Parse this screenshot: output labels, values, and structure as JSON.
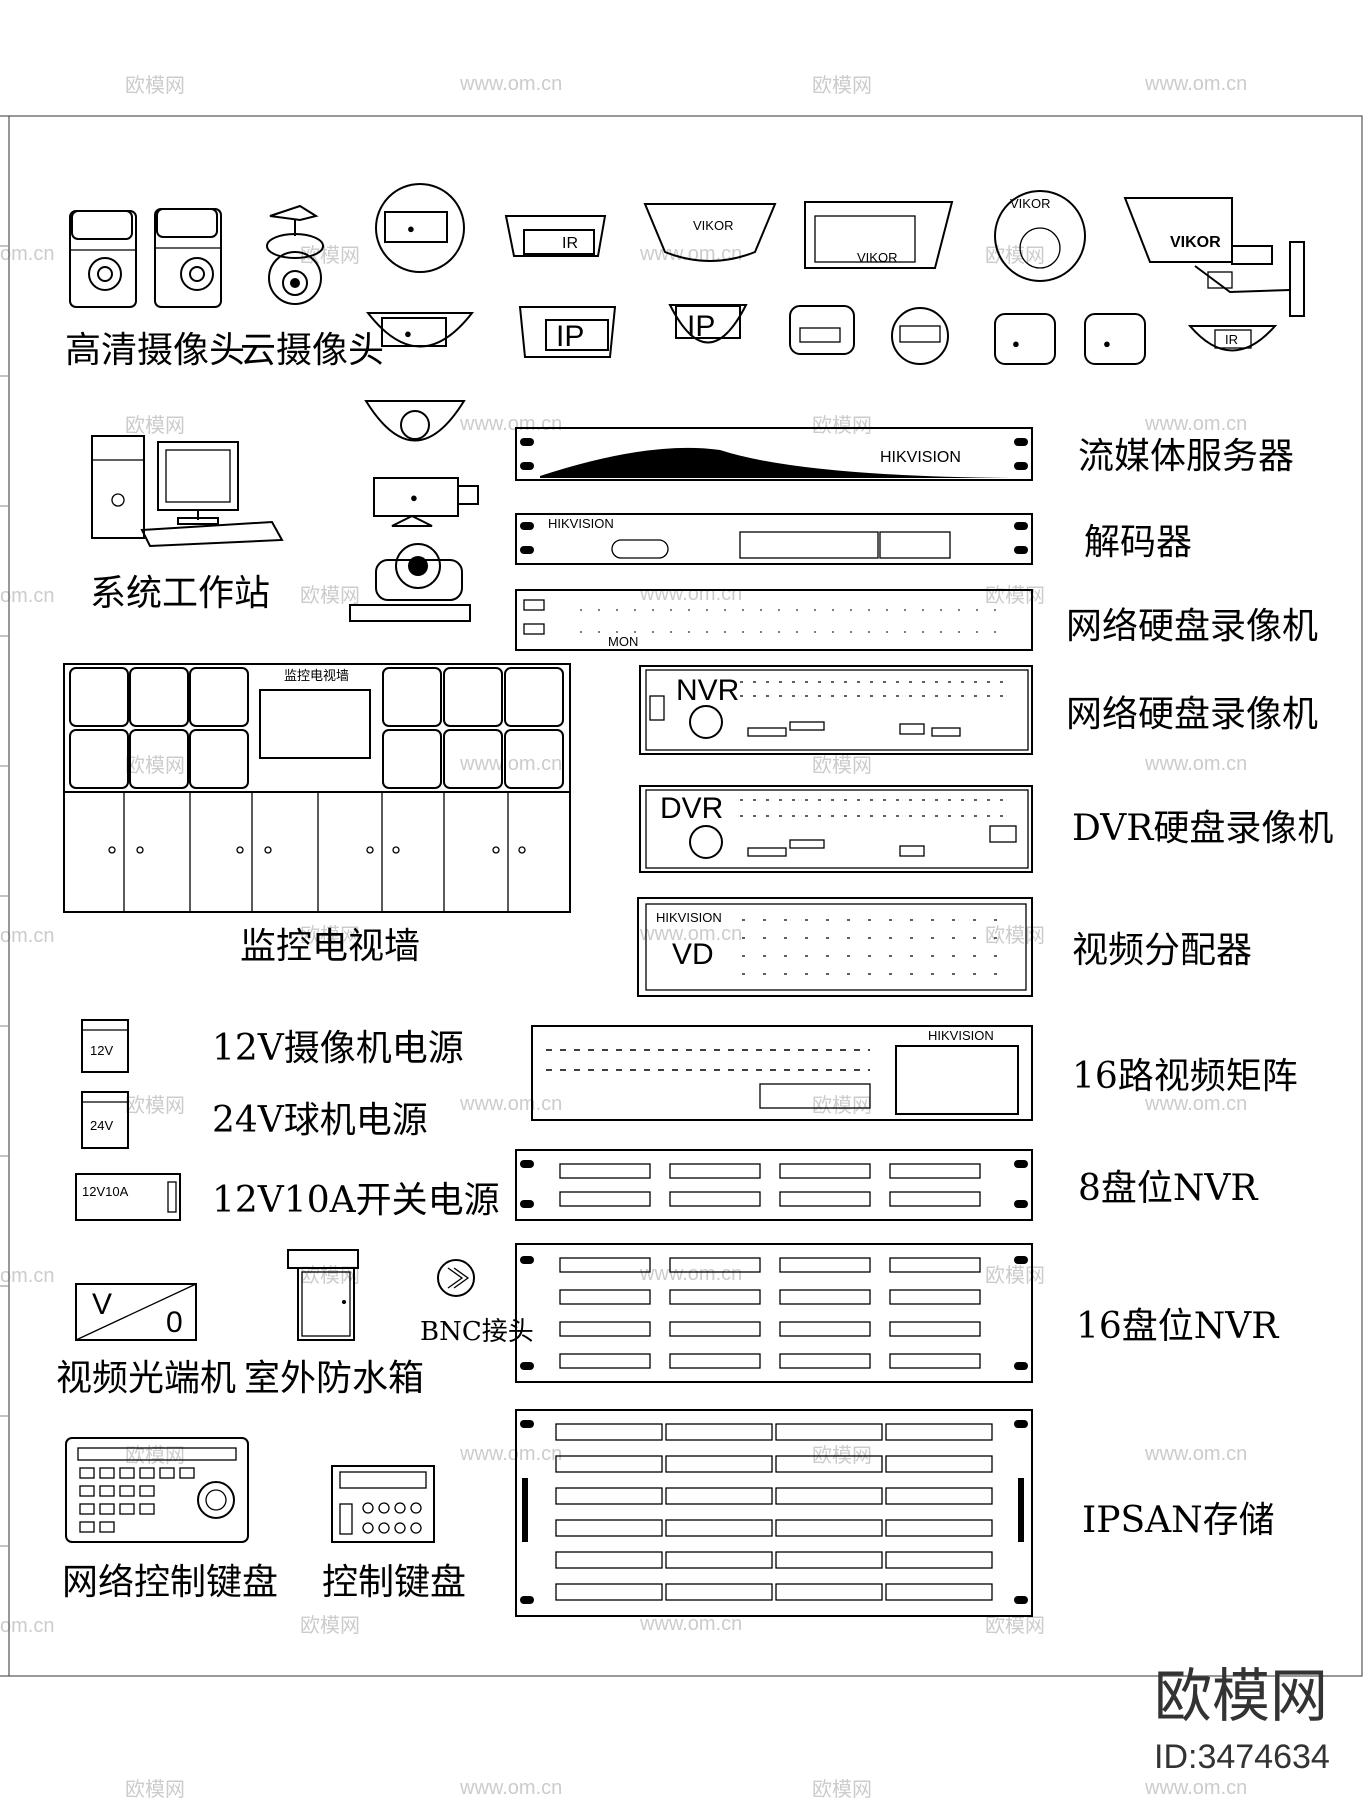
{
  "labels": {
    "hd_camera": "高清摄像头",
    "ptz_camera": "云摄像头",
    "workstation": "系统工作站",
    "tv_wall": "监控电视墙",
    "tv_wall_header": "监控电视墙",
    "psu_12v": "12V摄像机电源",
    "psu_24v": "24V球机电源",
    "psu_12v10a": "12V10A开关电源",
    "fiber_transceiver": "视频光端机",
    "outdoor_box": "室外防水箱",
    "bnc": "BNC接头",
    "net_keyboard": "网络控制键盘",
    "ctrl_keyboard": "控制键盘",
    "streaming_server": "流媒体服务器",
    "decoder": "解码器",
    "nvr1": "网络硬盘录像机",
    "nvr2": "网络硬盘录像机",
    "dvr": "DVR硬盘录像机",
    "video_distributor": "视频分配器",
    "matrix16": "16路视频矩阵",
    "nvr8": "8盘位NVR",
    "nvr16": "16盘位NVR",
    "ipsan": "IPSAN存储"
  },
  "device_text": {
    "hikvision": "HIKVISION",
    "vikor": "VIKOR",
    "ip": "IP",
    "ir": "IR",
    "nvr": "NVR",
    "dvr": "DVR",
    "vd": "VD",
    "psu_12v": "12V",
    "psu_24v": "24V",
    "psu_12v10a": "12V10A",
    "fiber_v": "V",
    "fiber_o": "0",
    "mon": "MON"
  },
  "watermarks": {
    "site_cn": "欧模网",
    "site_url": "www.om.cn",
    "site_url_short": "om.cn"
  },
  "brand": {
    "name": "欧模网",
    "id": "ID:3474634"
  }
}
